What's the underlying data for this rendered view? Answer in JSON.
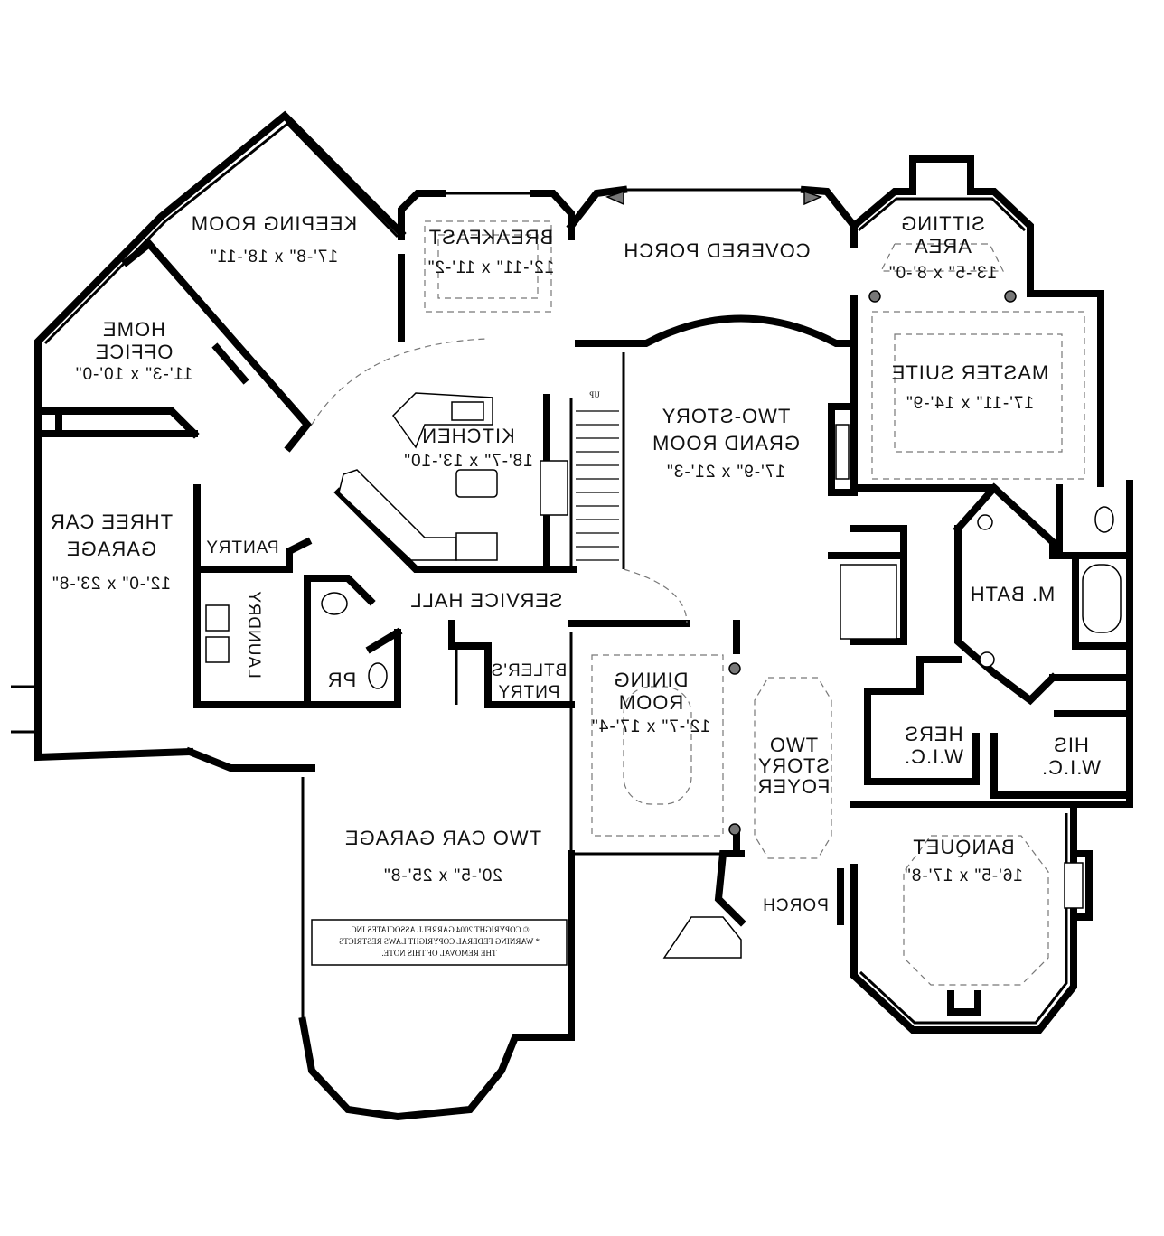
{
  "rooms": {
    "keeping_room": {
      "name": "KEEPING ROOM",
      "dims": "17'-8\" x 18'-11\""
    },
    "breakfast": {
      "name": "BREAKFAST",
      "dims": "12'-11\" x 11'-2\""
    },
    "covered_porch": {
      "name": "COVERED PORCH"
    },
    "sitting_area": {
      "line1": "SITTING",
      "line2": "AREA",
      "dims": "13'-5\" x 8'-0\""
    },
    "home_office": {
      "line1": "HOME",
      "line2": "OFFICE",
      "dims": "11'-3\" x 10'-0\""
    },
    "kitchen": {
      "name": "KITCHEN",
      "dims": "18'-7\" x 13'-10\""
    },
    "grand_room": {
      "line1": "TWO-STORY",
      "line2": "GRAND ROOM",
      "dims": "17'-9\" x 21'-3\""
    },
    "master_suite": {
      "name": "MASTER SUITE",
      "dims": "17'-11\" x 14'-9\""
    },
    "three_car_garage": {
      "line1": "THREE CAR",
      "line2": "GARAGE",
      "dims": "12'-0\" x 23'-8\""
    },
    "pantry": {
      "name": "PANTRY"
    },
    "service_hall": {
      "name": "SERVICE HALL"
    },
    "laundry": {
      "name": "LAUNDRY"
    },
    "pr": {
      "name": "PR"
    },
    "butlers_pantry": {
      "line1": "BTLER'S",
      "line2": "PNTRY"
    },
    "dining_room": {
      "line1": "DINING",
      "line2": "ROOM",
      "dims": "12'-7\" x 17'-4\""
    },
    "m_bath": {
      "name": "M. BATH"
    },
    "hers_wic": {
      "line1": "HERS",
      "line2": "W.I.C."
    },
    "his_wic": {
      "line1": "HIS",
      "line2": "W.I.C."
    },
    "two_story_foyer": {
      "line1": "TWO",
      "line2": "STORY",
      "line3": "FOYER"
    },
    "two_car_garage": {
      "name": "TWO CAR GARAGE",
      "dims": "20'-5\" x 25'-8\""
    },
    "banquet": {
      "name": "BANQUET",
      "dims": "16'-5\" x 17'-8\""
    },
    "porch": {
      "name": "PORCH"
    }
  },
  "stair_label": "UP",
  "copyright": {
    "line1": "© COPYRIGHT 2004 GARRELL ASSOCIATES INC.",
    "line2": "* WARNING FEDERAL COPYRIGHT LAWS RESTRICTS",
    "line3": "THE REMOVAL OF THIS NOTE."
  }
}
